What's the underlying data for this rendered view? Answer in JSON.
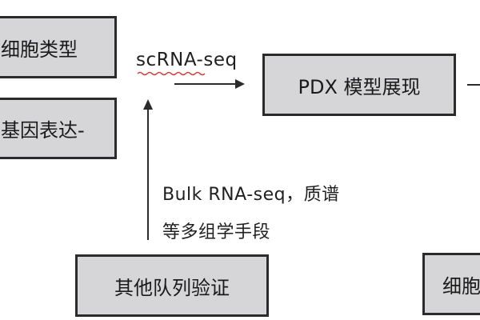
{
  "boxes": {
    "cell_type": "细胞类型",
    "gene_expression": "基因表达-",
    "pdx_model": "PDX 模型展现",
    "other_cohort": "其他队列验证",
    "cell_partial": "细胞"
  },
  "labels": {
    "scrna_seq": "scRNA-seq",
    "bulk_line1": "Bulk RNA-seq，质谱",
    "bulk_line2": "等多组学手段"
  },
  "colors": {
    "box_fill": "#d6d6d8",
    "box_border": "#2b2b2b",
    "spellcheck_underline": "#d23a3a"
  }
}
